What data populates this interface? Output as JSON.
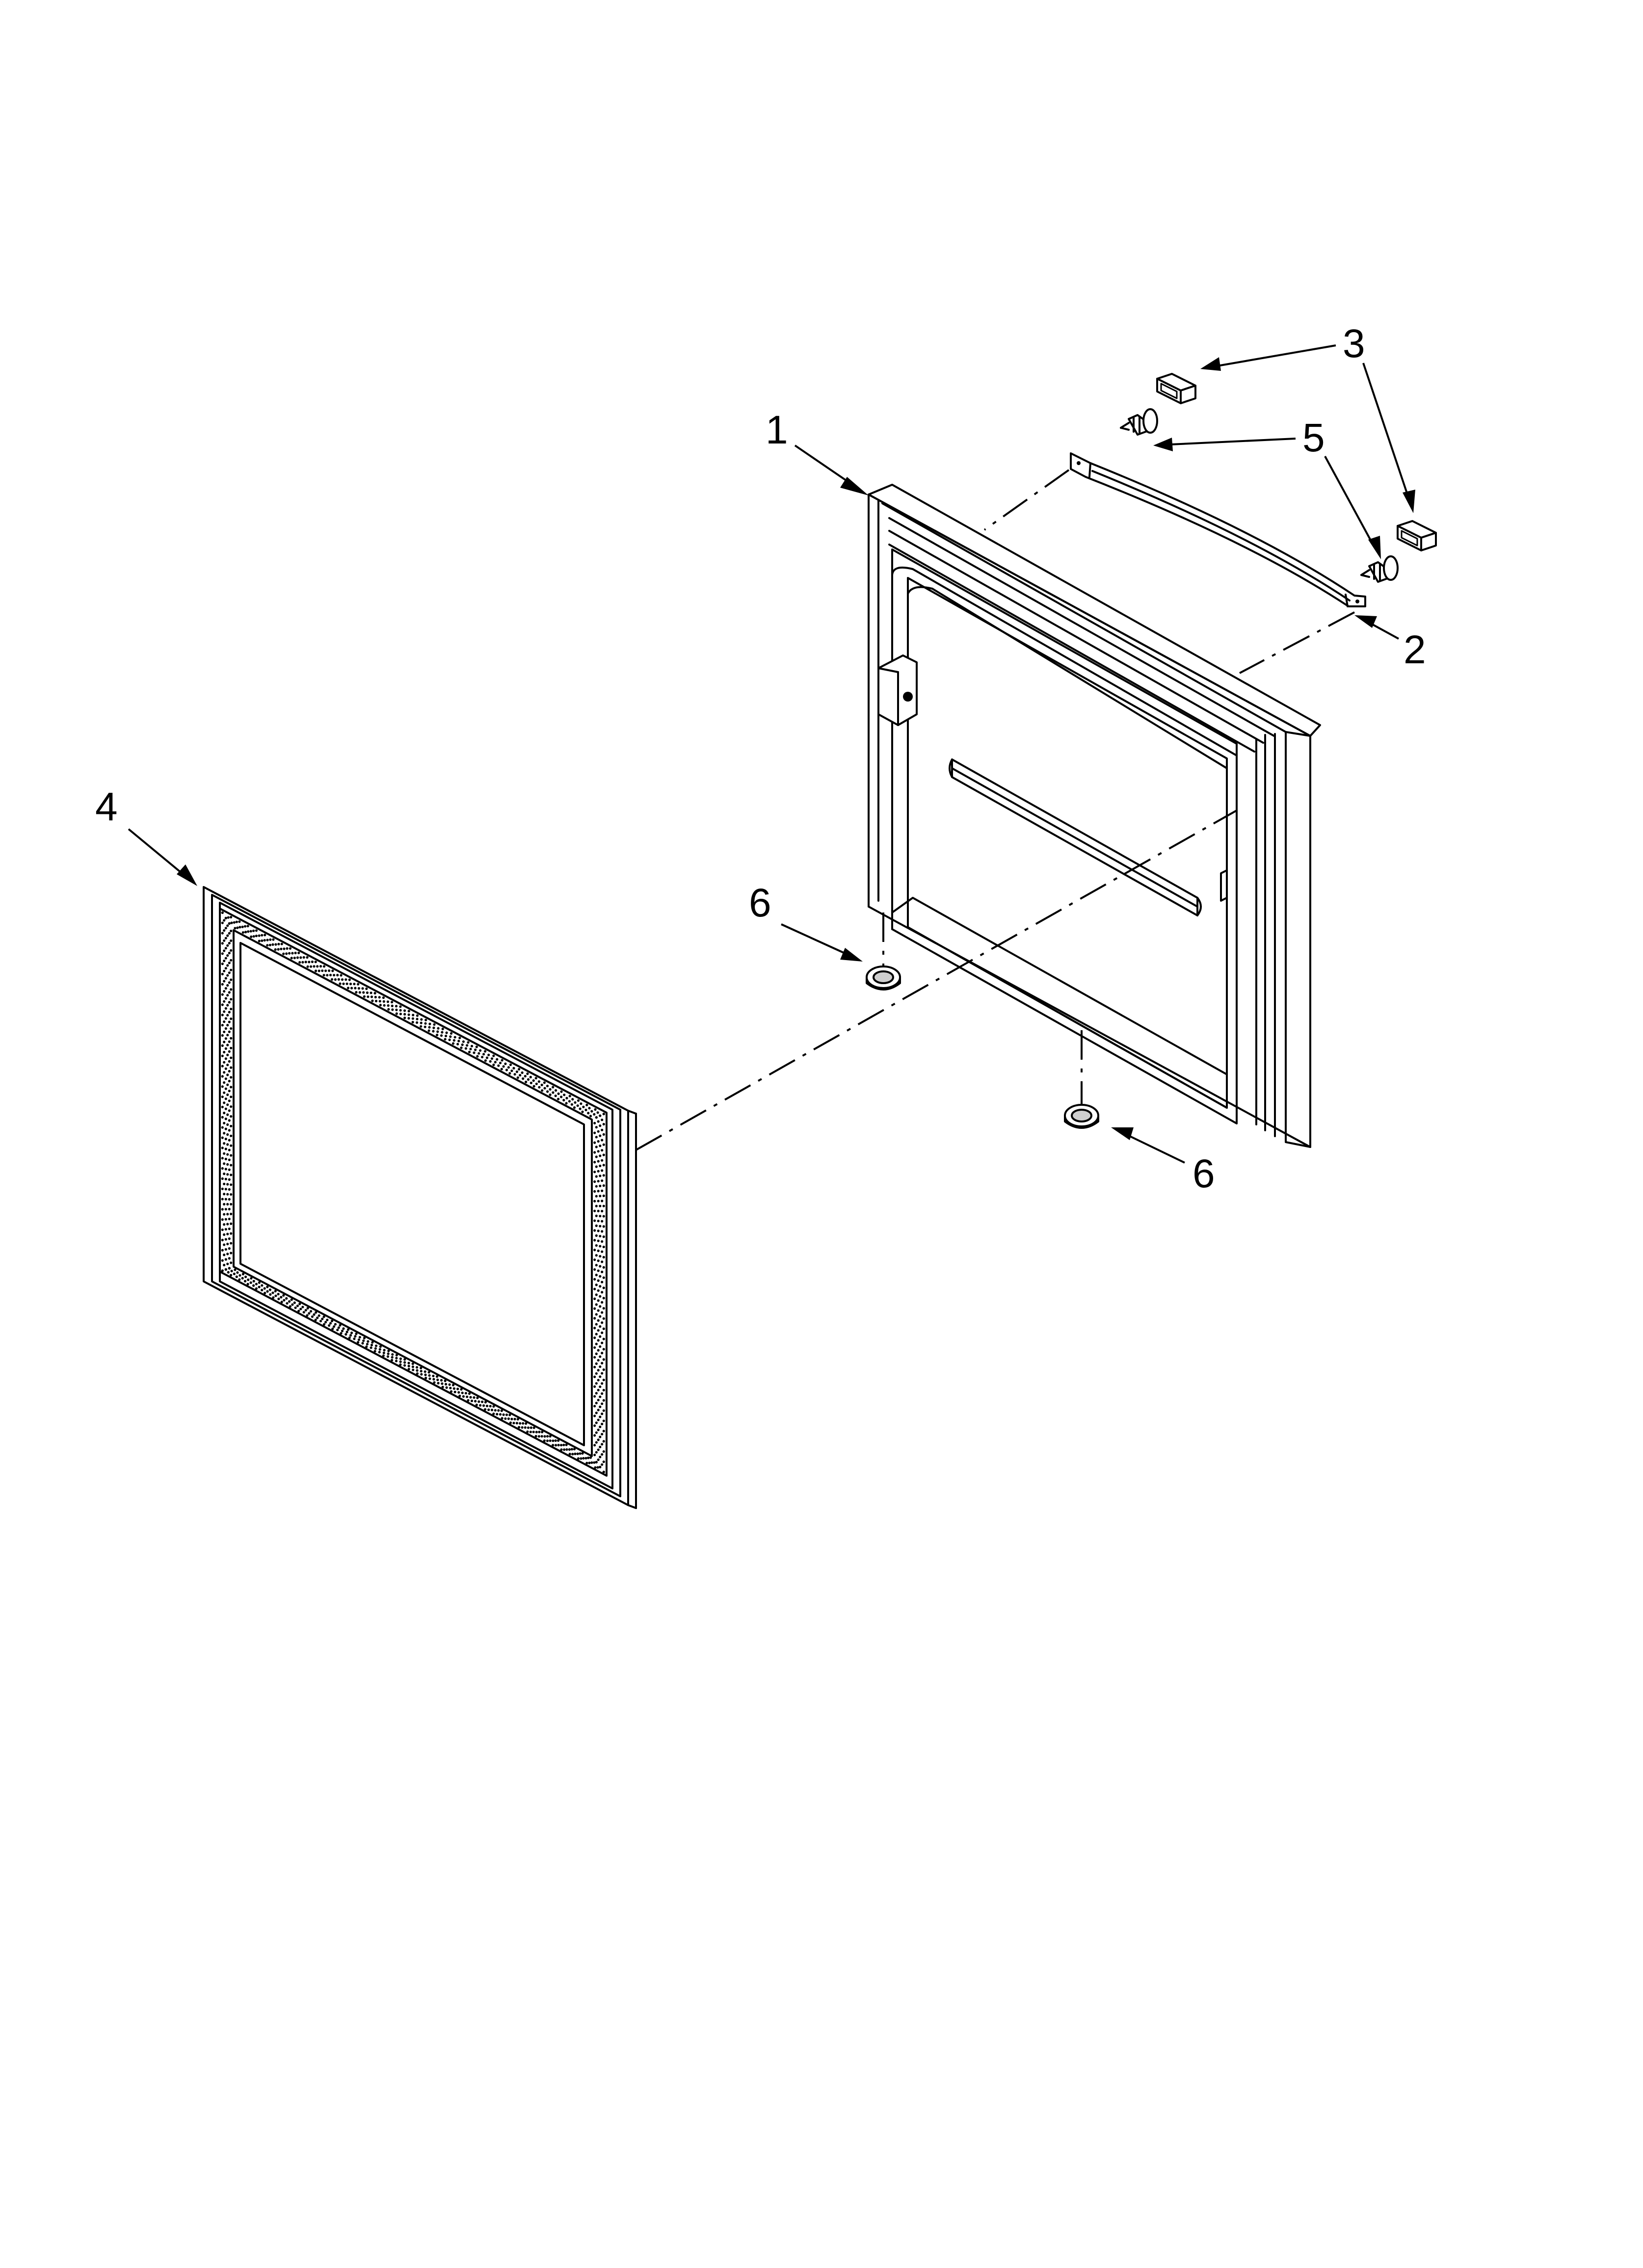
{
  "callouts": [
    {
      "id": "1",
      "label": "1",
      "part": "door-assembly"
    },
    {
      "id": "2",
      "label": "2",
      "part": "handle"
    },
    {
      "id": "3a",
      "label": "3",
      "part": "end-cap"
    },
    {
      "id": "4",
      "label": "4",
      "part": "door-gasket"
    },
    {
      "id": "5",
      "label": "5",
      "part": "handle-screw"
    },
    {
      "id": "6a",
      "label": "6",
      "part": "door-stop-left"
    },
    {
      "id": "6b",
      "label": "6",
      "part": "door-stop-right"
    }
  ]
}
